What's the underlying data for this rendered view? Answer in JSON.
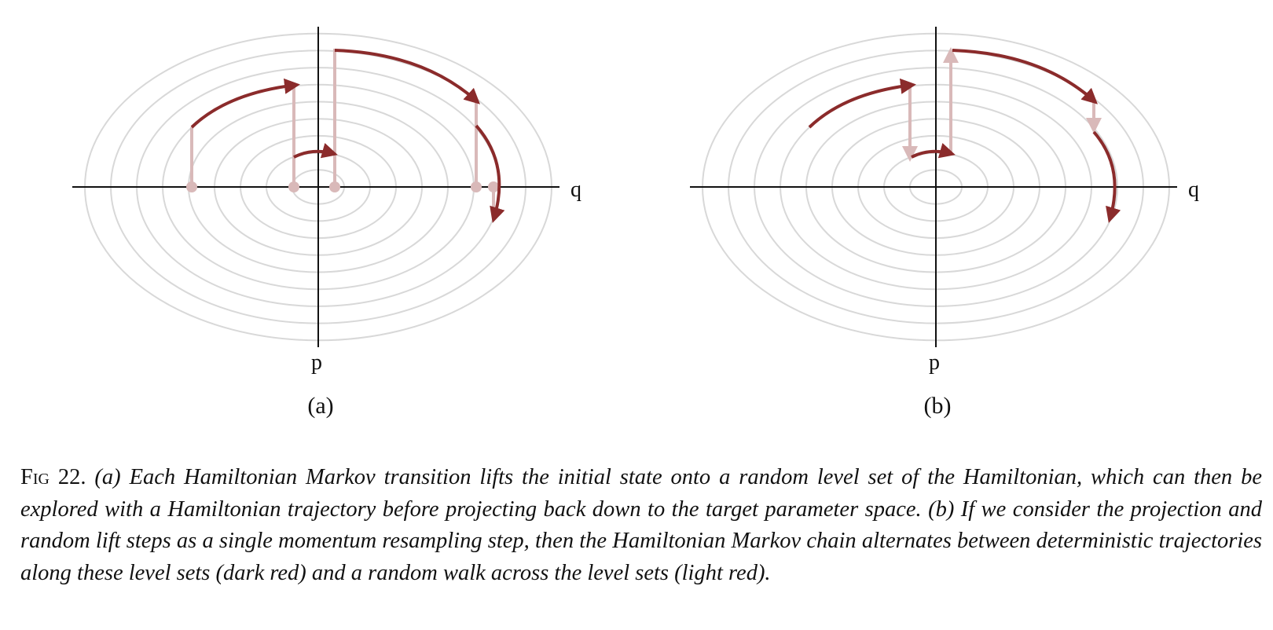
{
  "figure": {
    "panels": [
      {
        "id": "a",
        "label": "(a)",
        "axis_x_label": "q",
        "axis_y_label": "p"
      },
      {
        "id": "b",
        "label": "(b)",
        "axis_x_label": "q",
        "axis_y_label": "p"
      }
    ],
    "colors": {
      "trajectory_dark_red": "#8b2b2b",
      "lift_light_red": "#d9b9b9",
      "level_set_gray": "#d8d8d8",
      "axis": "#111111"
    }
  },
  "caption": {
    "fig_label": "Fig 22.",
    "text": "(a) Each Hamiltonian Markov transition lifts the initial state onto a random level set of the Hamiltonian, which can then be explored with a Hamiltonian trajectory before projecting back down to the target parameter space. (b) If we consider the projection and random lift steps as a single momentum resampling step, then the Hamiltonian Markov chain alternates between deterministic trajectories along these level sets (dark red) and a random walk across the level sets (light red)."
  }
}
